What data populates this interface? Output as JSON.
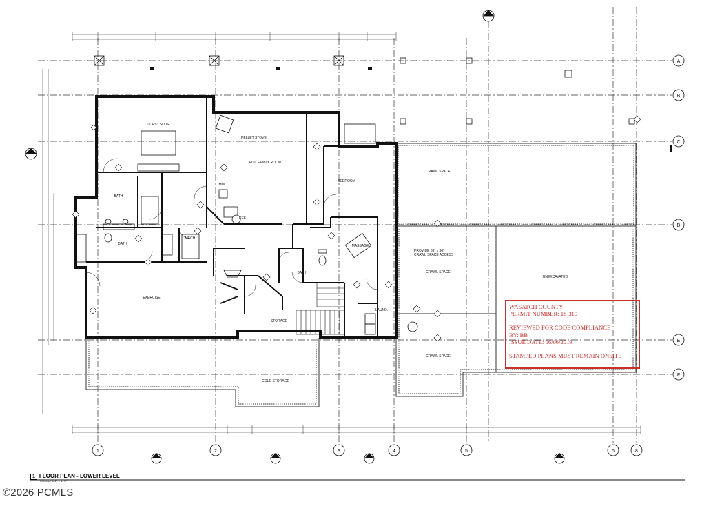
{
  "plan": {
    "title_number": "1",
    "title": "FLOOR PLAN - LOWER LEVEL",
    "scale": "SCALE: 1/4\" = 1'-0\""
  },
  "grid": {
    "columns": [
      "1",
      "2",
      "3",
      "4",
      "5",
      "6",
      "8"
    ],
    "rows": [
      "A",
      "B",
      "C",
      "D",
      "E",
      "F"
    ]
  },
  "rooms": {
    "guest_suite": "GUEST SUITE",
    "pellet_stove": "PELLET STOVE",
    "family_room": "FUT. FAMILY ROOM",
    "bedroom": "BEDROOM",
    "crawl_space_1": "CRAWL SPACE",
    "crawl_space_2": "CRAWL SPACE",
    "crawl_space_3": "CRAWL SPACE",
    "unexcavated": "UNEXCAVATED",
    "bath_1": "BATH",
    "bath_2": "BATH",
    "bath_3": "BATH",
    "mech": "MECH",
    "massage": "MASSAGE",
    "exercise": "EXERCISE",
    "storage": "STORAGE",
    "laund": "LAUND.",
    "cold_storage": "COLD STORAGE",
    "ref": "REF",
    "mw": "MW",
    "crawl_access_note_1": "PROVIDE 36\" x 36\"",
    "crawl_access_note_2": "CRAWL SPACE ACCESS"
  },
  "stamp": {
    "line1": "WASATCH COUNTY",
    "line2": "PERMIT NUMBER: 18-319",
    "line3": "REVIEWED FOR CODE COMPLIANCE",
    "line4": "BY: BB",
    "line5": "ISSUE DATE: 06/06/2019",
    "line6": "STAMPED PLANS MUST REMAIN ONSITE",
    "color": "#c8302c"
  },
  "copyright": "©2026 PCMLS"
}
